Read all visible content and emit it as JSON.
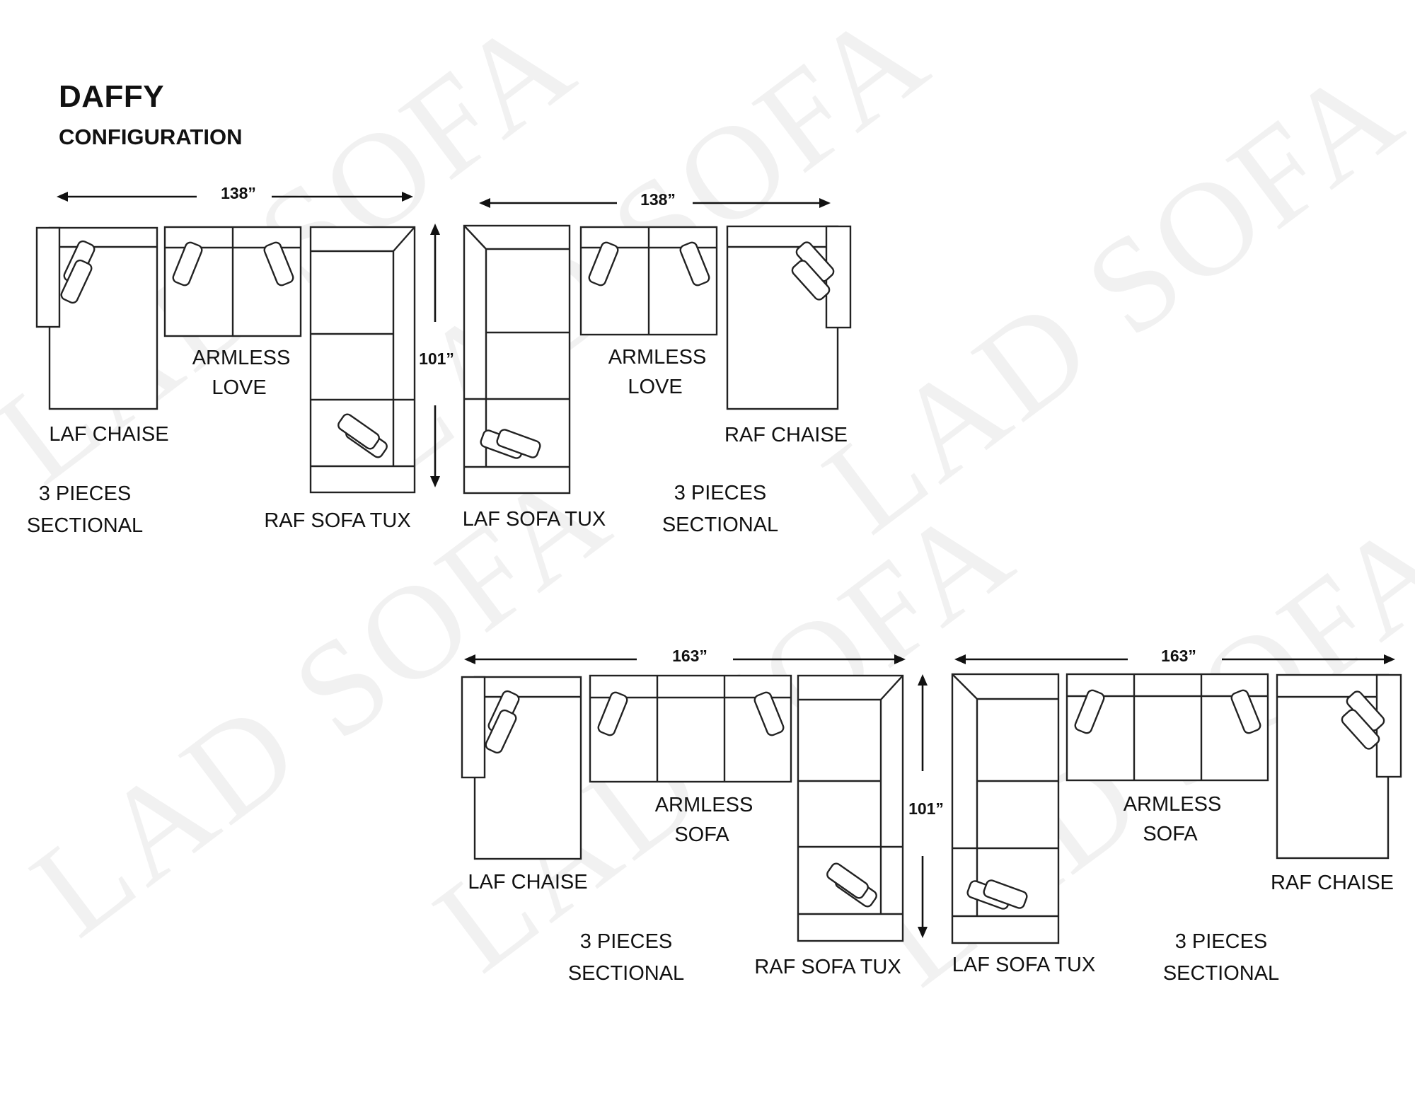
{
  "title": "DAFFY",
  "subtitle": "CONFIGURATION",
  "watermark": "LAD SOFA",
  "colors": {
    "line": "#222222",
    "background": "#ffffff"
  },
  "configs": [
    {
      "width": "138”",
      "depth": "101”",
      "pieces": [
        "LAF CHAISE",
        "ARMLESS",
        "LOVE",
        "RAF SOFA TUX"
      ],
      "note": [
        "3 PIECES",
        "SECTIONAL"
      ]
    },
    {
      "width": "138”",
      "pieces": [
        "LAF SOFA TUX",
        "ARMLESS",
        "LOVE",
        "RAF CHAISE"
      ],
      "note": [
        "3 PIECES",
        "SECTIONAL"
      ]
    },
    {
      "width": "163”",
      "depth": "101”",
      "pieces": [
        "LAF CHAISE",
        "ARMLESS",
        "SOFA",
        "RAF SOFA TUX"
      ],
      "note": [
        "3 PIECES",
        "SECTIONAL"
      ]
    },
    {
      "width": "163”",
      "pieces": [
        "LAF SOFA TUX",
        "ARMLESS",
        "SOFA",
        "RAF CHAISE"
      ],
      "note": [
        "3 PIECES",
        "SECTIONAL"
      ]
    }
  ]
}
